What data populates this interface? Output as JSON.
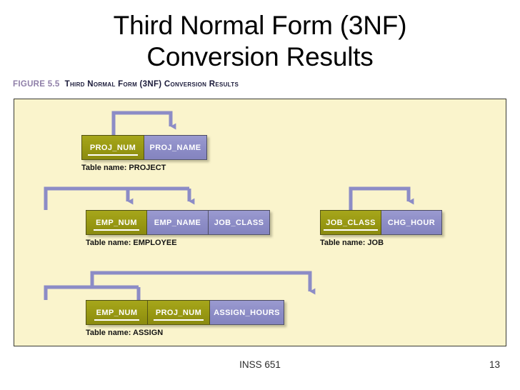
{
  "slide": {
    "title_line1": "Third Normal Form (3NF)",
    "title_line2": "Conversion Results"
  },
  "figure": {
    "label": "FIGURE 5.5",
    "caption": "Third Normal Form (3NF) Conversion Results",
    "label_color": "#8f7fa8",
    "caption_color": "#1b1b3a",
    "panel_background": "#faf4cc",
    "panel_border_color": "#3a3a32"
  },
  "palette": {
    "primary_key_cell": "#989812",
    "attribute_cell": "#8c8cc6",
    "arrow": "#8c8cc6",
    "cell_text": "#ffffff"
  },
  "tables": [
    {
      "name": "PROJECT",
      "caption": "Table name: PROJECT",
      "columns": [
        {
          "label": "PROJ_NUM",
          "role": "pk"
        },
        {
          "label": "PROJ_NAME",
          "role": "attr"
        }
      ]
    },
    {
      "name": "EMPLOYEE",
      "caption": "Table name: EMPLOYEE",
      "columns": [
        {
          "label": "EMP_NUM",
          "role": "pk"
        },
        {
          "label": "EMP_NAME",
          "role": "attr"
        },
        {
          "label": "JOB_CLASS",
          "role": "attr"
        }
      ]
    },
    {
      "name": "JOB",
      "caption": "Table name: JOB",
      "columns": [
        {
          "label": "JOB_CLASS",
          "role": "pk"
        },
        {
          "label": "CHG_HOUR",
          "role": "attr"
        }
      ]
    },
    {
      "name": "ASSIGN",
      "caption": "Table name: ASSIGN",
      "columns": [
        {
          "label": "EMP_NUM",
          "role": "pk"
        },
        {
          "label": "PROJ_NUM",
          "role": "pk"
        },
        {
          "label": "ASSIGN_HOURS",
          "role": "attr"
        }
      ]
    }
  ],
  "footer": {
    "course": "INSS 651",
    "page_number": "13"
  }
}
